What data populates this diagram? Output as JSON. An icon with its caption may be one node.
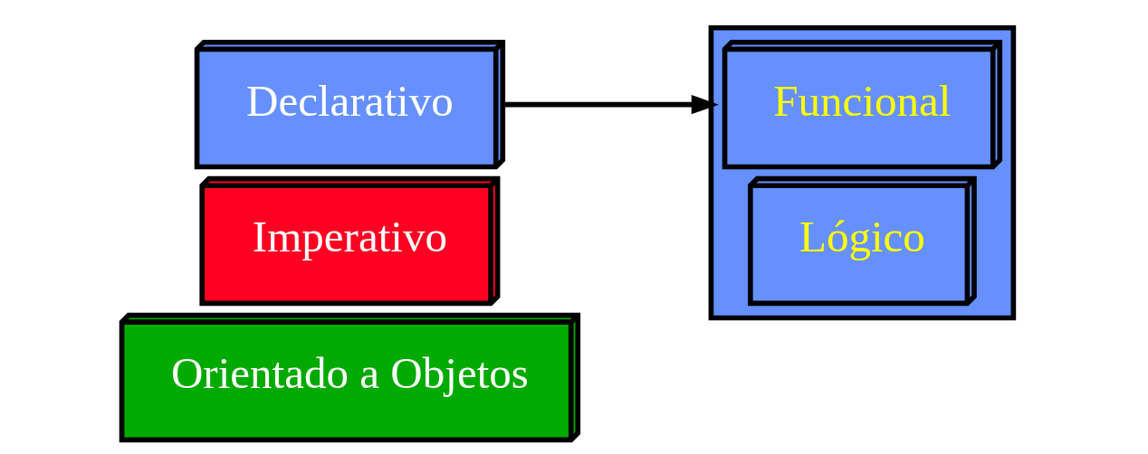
{
  "diagram": {
    "nodes": [
      {
        "text": [
          "Orientado a Objetos"
        ]
      },
      {
        "text": [
          "Imperativo"
        ]
      },
      {
        "text": [
          "Declarativo"
        ]
      },
      {
        "text": [],
        "shape": "box"
      },
      {
        "text": [
          "Funcional"
        ],
        "in": 3
      },
      {
        "text": [
          "Lógico"
        ],
        "in": 3
      }
    ],
    "edges": [
      {
        "from": 2,
        "to": 3,
        "arrow": "to"
      }
    ]
  }
}
